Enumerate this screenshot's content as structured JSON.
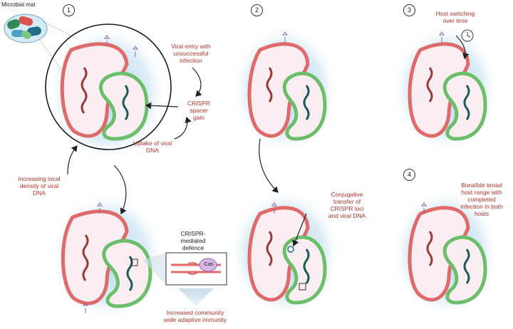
{
  "title_label": "Microbial mat",
  "steps": [
    "1",
    "2",
    "3",
    "4"
  ],
  "labels": {
    "viral_entry": [
      "Viral entry with",
      "unsuccessful",
      "infection"
    ],
    "spacer_gain": [
      "CRISPR",
      "spacer",
      "gain"
    ],
    "uptake": [
      "Uptake of viral",
      "DNA"
    ],
    "density": [
      "Increasing local",
      "density of viral",
      "DNA"
    ],
    "crispr_defence": [
      "CRISPR-",
      "mediated",
      "defence"
    ],
    "cas": "Cas",
    "immunity": [
      "Increased community",
      "wide adaptive immunity"
    ],
    "conjugative": [
      "Conjugative",
      "transfer of",
      "CRISPR loci",
      "and viral DNA"
    ],
    "host_switching": [
      "Host switching",
      "over time"
    ],
    "bonafide": [
      "Bonafide broad",
      "host range with",
      "completed",
      "infection in both",
      "hosts"
    ]
  },
  "colors": {
    "label_red": "#b5332b",
    "cell_red": "#e06a6a",
    "cell_green": "#6cbf6a",
    "cell_fill": "#fbeef2",
    "glow_blue": "#6fb2d8",
    "phage_purple": "#8a6ab0",
    "dna_red": "#9b3a3a",
    "dna_teal": "#1f5a5a"
  }
}
